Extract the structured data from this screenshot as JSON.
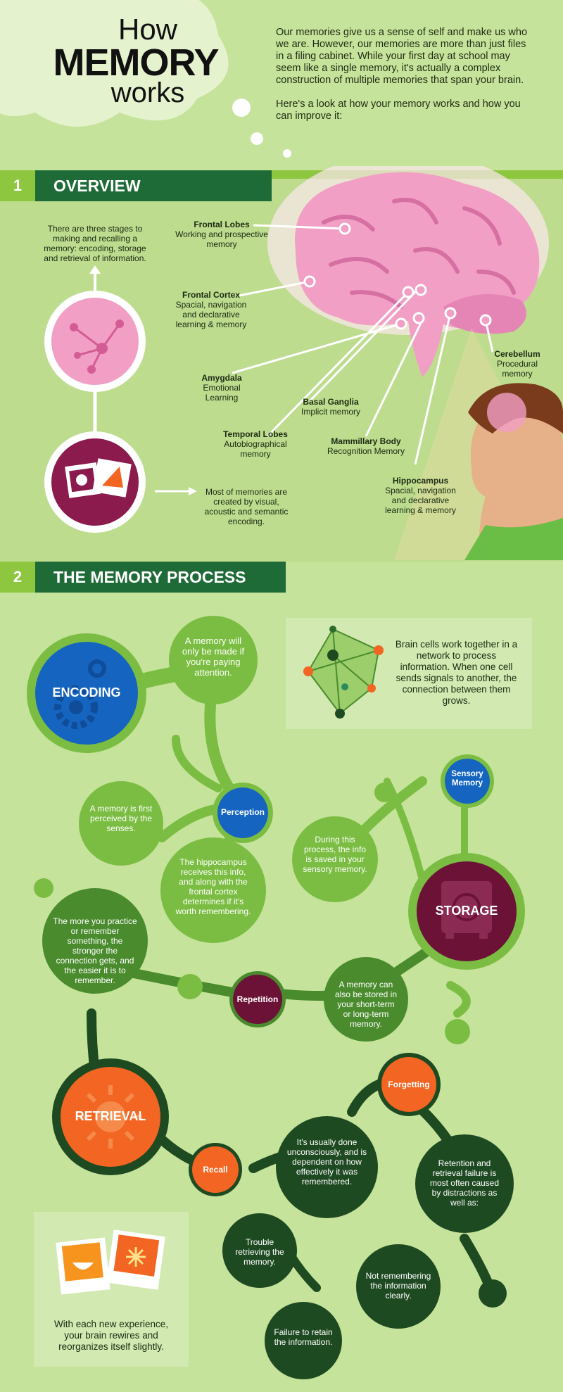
{
  "header": {
    "title_line1": "How",
    "title_line2": "MEMORY",
    "title_line3": "works",
    "intro_p1": "Our memories give us a sense of self and make us who we are. However, our memories are more than just files in a filing cabinet. While your first day at school may seem like a single memory, it's actually a complex construction of multiple memories that span your brain.",
    "intro_p2": "Here's a look at how your memory works and how you can improve it:"
  },
  "sections": {
    "overview": {
      "number": "1",
      "title": "OVERVIEW"
    },
    "process": {
      "number": "2",
      "title": "THE MEMORY PROCESS"
    }
  },
  "overview": {
    "stages_text": "There are three stages to making and recalling a memory: encoding, storage and retrieval of information.",
    "encoding_text": "Most of memories are created by visual, acoustic and semantic encoding.",
    "brain_parts": [
      {
        "name": "Frontal Lobes",
        "desc": "Working and prospective memory"
      },
      {
        "name": "Frontal Cortex",
        "desc": "Spacial, navigation and declarative learning & memory"
      },
      {
        "name": "Amygdala",
        "desc": "Emotional Learning"
      },
      {
        "name": "Temporal Lobes",
        "desc": "Autobiographical memory"
      },
      {
        "name": "Basal Ganglia",
        "desc": "Implicit memory"
      },
      {
        "name": "Mammillary Body",
        "desc": "Recognition Memory"
      },
      {
        "name": "Hippocampus",
        "desc": "Spacial, navigation and declarative learning & memory"
      },
      {
        "name": "Cerebellum",
        "desc": "Procedural memory"
      }
    ]
  },
  "process": {
    "encoding_label": "ENCODING",
    "storage_label": "STORAGE",
    "retrieval_label": "RETRIEVAL",
    "attention_text": "A memory will only be made if you're paying attention.",
    "network_text": "Brain cells work together in a network to process information. When one cell sends signals to another, the connection between them grows.",
    "perception_label": "Perception",
    "perceived_text": "A memory is first perceived by the senses.",
    "hippocampus_text": "The hippocampus receives this info, and along with the frontal cortex determines if it's worth remembering.",
    "sensory_text": "During this process, the info is saved in your sensory memory.",
    "sensory_label": "Sensory Memory",
    "practice_text": "The more you practice or remember something, the stronger the connection gets, and the easier it is to remember.",
    "repetition_label": "Repetition",
    "stored_text": "A memory can also be stored in your short-term or long-term memory.",
    "forgetting_label": "Forgetting",
    "recall_label": "Recall",
    "unconscious_text": "It's usually done unconsciously, and is dependent on how effectively it was remembered.",
    "retention_text": "Retention and retrieval failure is most often caused by distractions as well as:",
    "trouble_text": "Trouble retrieving the memory.",
    "not_remembering_text": "Not remembering the information clearly.",
    "failure_text": "Failure to retain the information.",
    "rewire_text": "With each new experience, your brain rewires and reorganizes itself slightly."
  },
  "colors": {
    "background": "#c5e39a",
    "dark_green": "#1e6b37",
    "light_green": "#8dc63f",
    "brain_pink": "#f29fc5",
    "encoding_blue": "#1565c0",
    "storage_maroon": "#6b1236",
    "retrieval_orange": "#f26522"
  },
  "icons": [
    "brain-icon",
    "neuron-icon",
    "photo-icon",
    "gear-icon",
    "safe-icon",
    "network-icon",
    "person-icon"
  ]
}
